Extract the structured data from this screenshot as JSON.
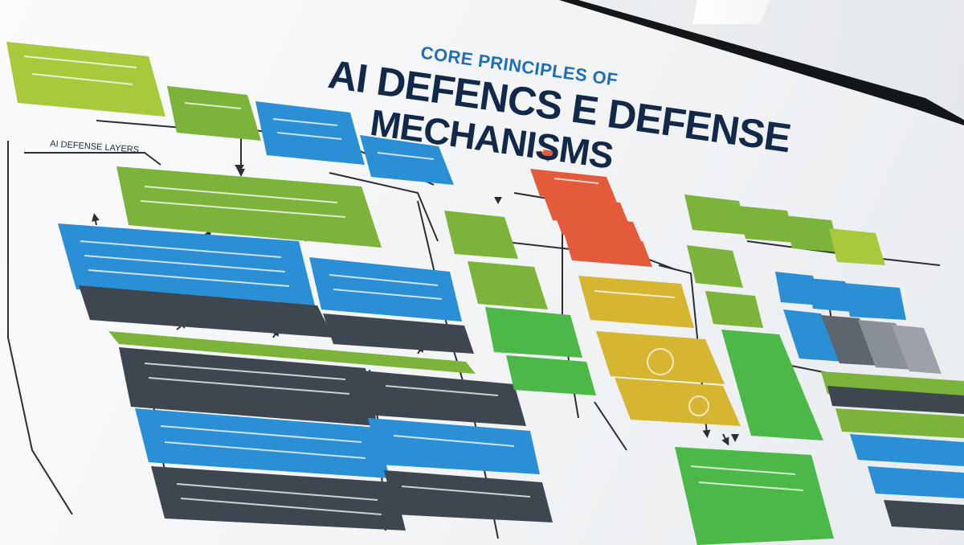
{
  "title": {
    "kicker": "CORE PRINCIPLES OF",
    "line1": "AI DEFENCS E DEFENSE",
    "line2": "MECHANISMS"
  },
  "side_label": "AI DEFENSE LAYERS",
  "colors": {
    "green": "#7cb33a",
    "lime": "#a8c93c",
    "blue": "#2b8fd6",
    "dark": "#3e4650",
    "red": "#e35b3a",
    "yellow": "#d6b530",
    "bright_green": "#4cb848",
    "frame": "#14171a",
    "connector": "#2b2f35"
  },
  "icons": [
    "down-arrow-icon",
    "right-arrow-icon",
    "alert-triangle-icon"
  ]
}
